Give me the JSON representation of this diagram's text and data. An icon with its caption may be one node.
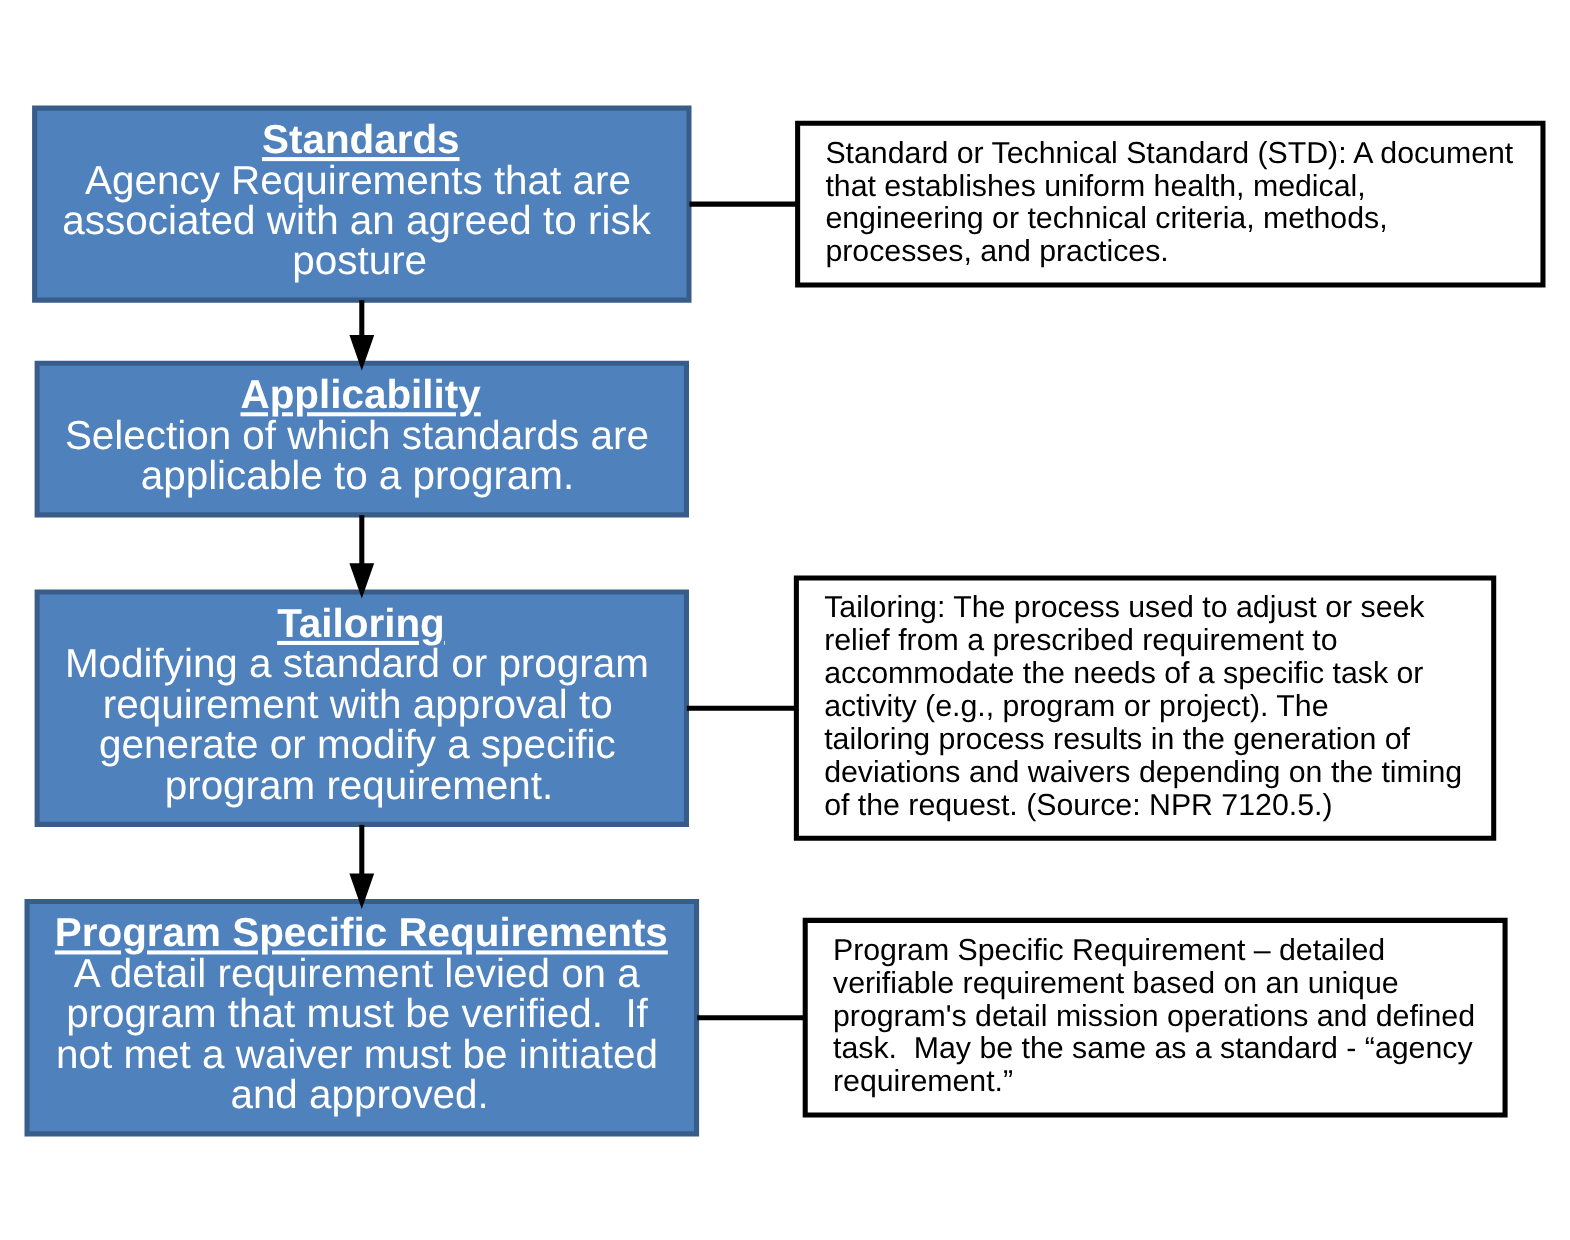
{
  "diagram": {
    "nodes": [
      {
        "text": [
          "Standards",
          "Agency Requirements that are associated with an agreed to risk posture"
        ]
      },
      {
        "text": [
          "Standard or Technical Standard (STD): A document that establishes uniform health, medical, engineering or technical criteria, methods, processes, and practices."
        ]
      },
      {
        "text": [
          "Applicability",
          "Selection of which standards are applicable to a program."
        ]
      },
      {
        "text": [
          "Tailoring",
          "Modifying a standard or program requirement with approval to generate or modify a specific program requirement."
        ]
      },
      {
        "text": [
          "Tailoring: The process used to adjust or seek relief from a prescribed requirement to accommodate the needs of a specific task or activity (e.g., program or project). The tailoring process results in the generation of deviations and waivers depending on the timing of the request. (Source: NPR 7120.5.)"
        ]
      },
      {
        "text": [
          "Program Specific Requirements",
          "A detail requirement levied on a program that must be verified.  If not met a waiver must be initiated and approved."
        ]
      },
      {
        "text": [
          "Program Specific Requirement – detailed verifiable requirement based on an unique program's detail mission operations and defined task.  May be the same as a standard - “agency requirement.”"
        ]
      }
    ],
    "edges": [
      {
        "from": 0,
        "to": 2,
        "arrow": "to"
      },
      {
        "from": 2,
        "to": 3,
        "arrow": "to"
      },
      {
        "from": 3,
        "to": 5,
        "arrow": "to"
      },
      {
        "from": 0,
        "to": 1,
        "arrow": "none"
      },
      {
        "from": 3,
        "to": 4,
        "arrow": "none"
      },
      {
        "from": 5,
        "to": 6,
        "arrow": "none"
      }
    ]
  }
}
